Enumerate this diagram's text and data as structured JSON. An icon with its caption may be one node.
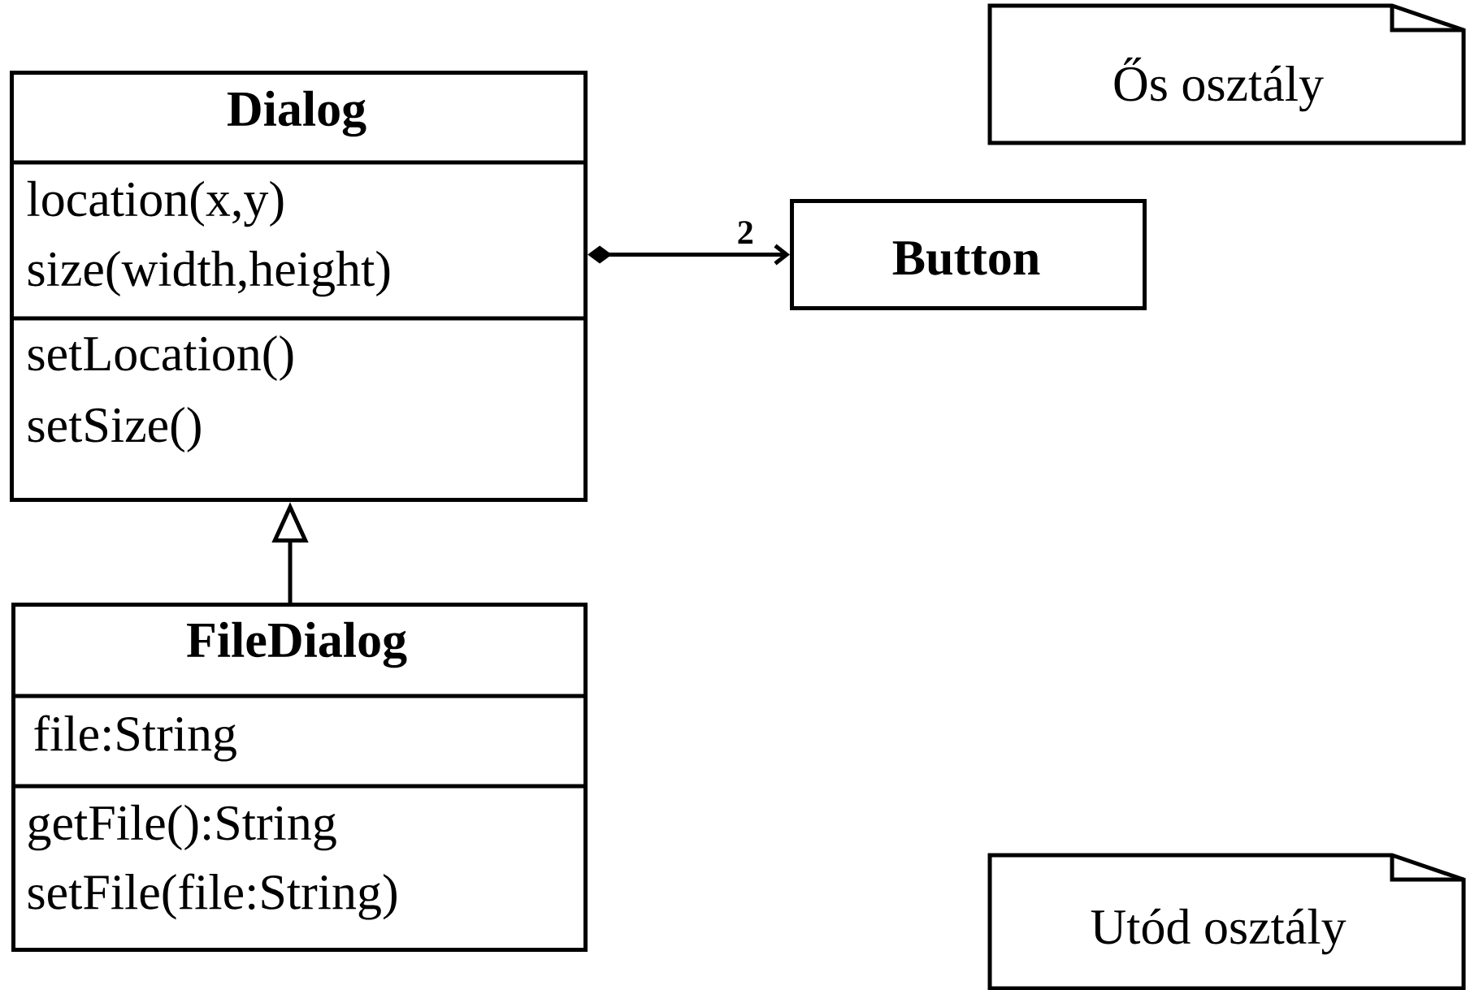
{
  "diagram": {
    "nodes": [
      {
        "text": [
          "Dialog",
          "location(x,y)",
          "size(width,height)",
          "setLocation()",
          "setSize()"
        ]
      },
      {
        "text": [
          "Button"
        ]
      },
      {
        "text": [
          "FileDialog",
          "file:String",
          "getFile():String",
          "setFile(file:String)"
        ]
      },
      {
        "text": [
          "Ős osztály"
        ]
      },
      {
        "text": [
          "Utód osztály"
        ]
      }
    ],
    "edges": [
      {
        "from": 0,
        "to": 1,
        "arrow": "to",
        "label": "2"
      },
      {
        "from": 2,
        "to": 0,
        "arrow": "to"
      }
    ]
  }
}
